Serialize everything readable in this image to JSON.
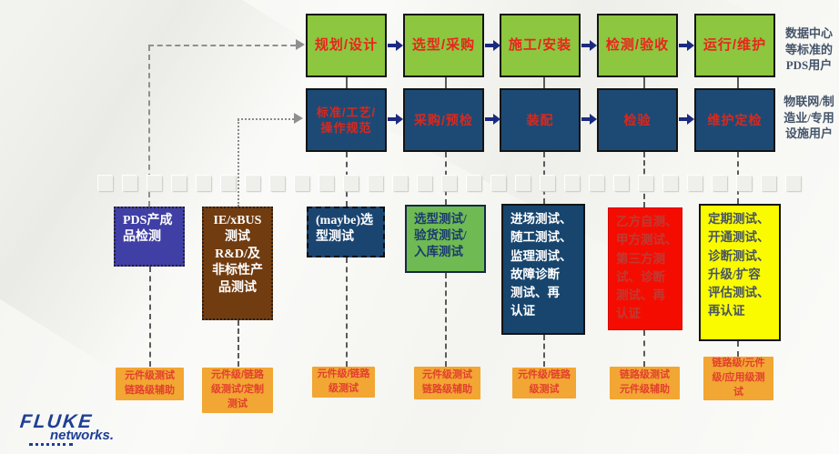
{
  "top_flow": {
    "items": [
      {
        "label": "规划/设计"
      },
      {
        "label": "选型/采购"
      },
      {
        "label": "施工/安装"
      },
      {
        "label": "检测/验收"
      },
      {
        "label": "运行/维护"
      }
    ]
  },
  "mid_flow": {
    "items": [
      {
        "label": "标准/工艺/\n操作规范"
      },
      {
        "label": "采购/预检"
      },
      {
        "label": "装配"
      },
      {
        "label": "检验"
      },
      {
        "label": "维护定检"
      }
    ]
  },
  "side_notes": {
    "top": "数据中心\n等标准的\nPDS用户",
    "bottom": "物联网/制\n造业/专用\n设施用户"
  },
  "stage_boxes": {
    "items": [
      {
        "label": "PDS产成\n品检测"
      },
      {
        "label": "IE/xBUS\n测试\nR&D/及\n非标性产\n品测试"
      },
      {
        "label": "(maybe)选\n型测试"
      },
      {
        "label": "选型测试/\n验货测试/\n入库测试"
      },
      {
        "label": "进场测试、\n随工测试、\n监理测试、\n故障诊断\n测试、再\n认证"
      },
      {
        "label": "乙方自测、\n甲方测试、\n第三方测\n试、诊断\n测试、再\n认证"
      },
      {
        "label": "定期测试、\n开通测试、\n诊断测试、\n升级/扩容\n评估测试、\n再认证"
      }
    ]
  },
  "test_labels": {
    "items": [
      {
        "label": "元件级测试\n链路级辅助"
      },
      {
        "label": "元件级/链路\n级测试/定制\n测试"
      },
      {
        "label": "元件级/链路\n级测试"
      },
      {
        "label": "元件级测试\n链路级辅助"
      },
      {
        "label": "元件级/链路\n级测试"
      },
      {
        "label": "链路级测试\n元件级辅助"
      },
      {
        "label": "链路级/元件\n级/应用级测\n试"
      }
    ]
  },
  "strip": {
    "count": 29
  },
  "logo": {
    "brand": "FLUKE",
    "sub": "networks."
  },
  "colors": {
    "stage_green": "#8dc63f",
    "flow_navy": "#1d4a75",
    "flow_text_red": "#e8251d",
    "purple_box": "#403fa5",
    "brown_box": "#713c10",
    "maybe_navy": "#1b4571",
    "green_box": "#6fba52",
    "navy_box": "#17456e",
    "red_box": "#f50c00",
    "yellow_box": "#fbfb00",
    "amber_label": "#f2a633",
    "amber_label_text": "#e2402e",
    "note_text": "#44546a",
    "arrow_navy": "#1b2a80",
    "logo_blue": "#1e3f94"
  }
}
